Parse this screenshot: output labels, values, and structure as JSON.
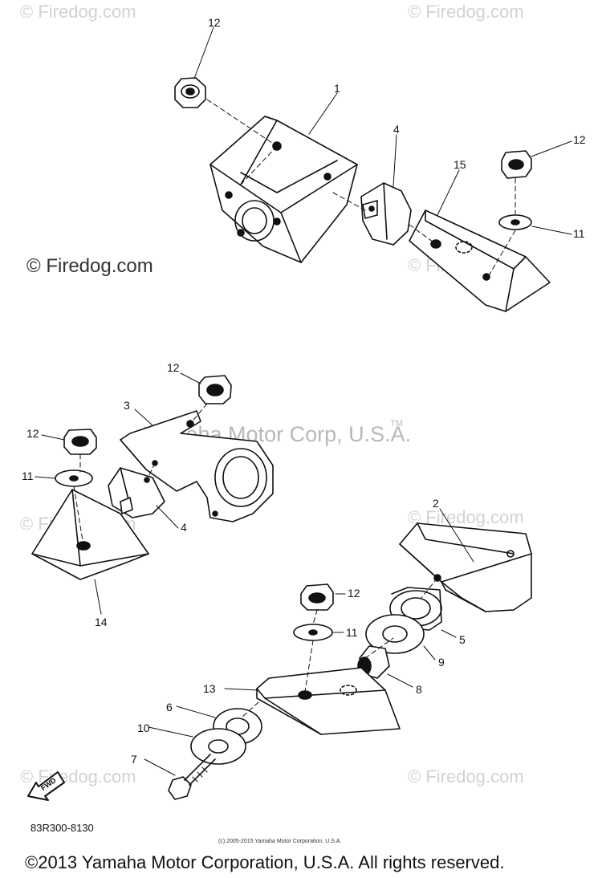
{
  "watermarks": {
    "corner": "© Firedog.com",
    "left_mid": "© Firedog.com",
    "center": "Yamaha Motor Corp, U.S.A.",
    "tm": "TM"
  },
  "callouts": [
    {
      "id": "c12a",
      "text": "12"
    },
    {
      "id": "c1",
      "text": "1"
    },
    {
      "id": "c4a",
      "text": "4"
    },
    {
      "id": "c15",
      "text": "15"
    },
    {
      "id": "c12b",
      "text": "12"
    },
    {
      "id": "c11a",
      "text": "11"
    },
    {
      "id": "c12c",
      "text": "12"
    },
    {
      "id": "c3",
      "text": "3"
    },
    {
      "id": "c12d",
      "text": "12"
    },
    {
      "id": "c11b",
      "text": "11"
    },
    {
      "id": "c4b",
      "text": "4"
    },
    {
      "id": "c14",
      "text": "14"
    },
    {
      "id": "c2",
      "text": "2"
    },
    {
      "id": "c12e",
      "text": "12"
    },
    {
      "id": "c11c",
      "text": "11"
    },
    {
      "id": "c5",
      "text": "5"
    },
    {
      "id": "c9",
      "text": "9"
    },
    {
      "id": "c8",
      "text": "8"
    },
    {
      "id": "c13",
      "text": "13"
    },
    {
      "id": "c6",
      "text": "6"
    },
    {
      "id": "c10",
      "text": "10"
    },
    {
      "id": "c7",
      "text": "7"
    }
  ],
  "fwd_label": "FWD",
  "diagram_code": "83R300-8130",
  "small_copyright": "(c) 2005-2015 Yamaha Motor Corporation, U.S.A.",
  "footer_copyright": "©2013 Yamaha Motor Corporation, U.S.A. All rights reserved."
}
